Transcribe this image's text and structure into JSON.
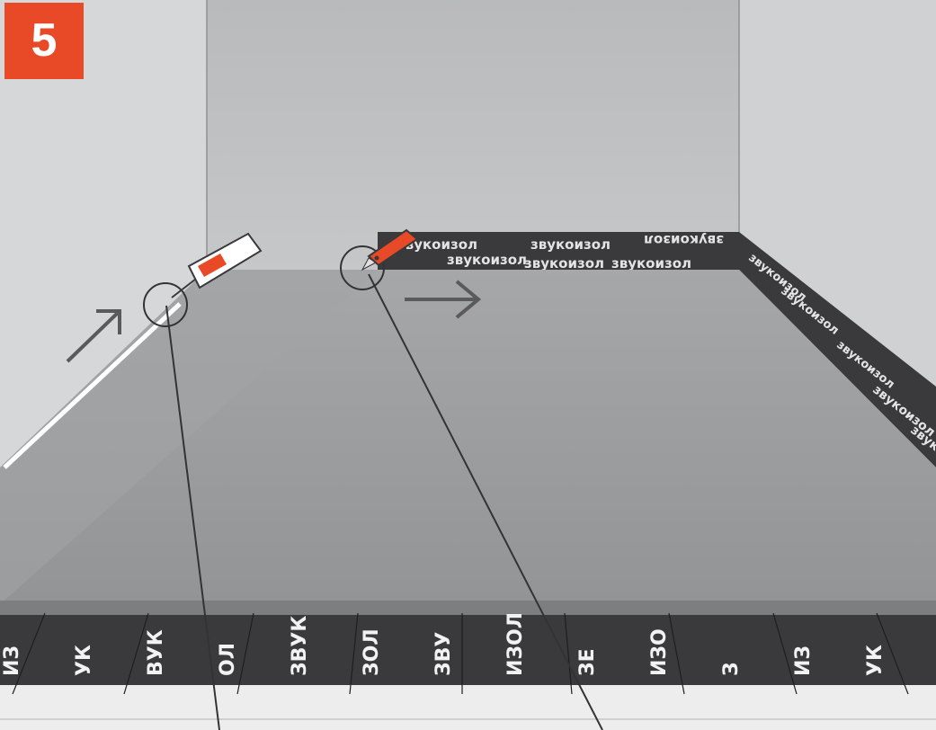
{
  "step": {
    "number": "5"
  },
  "brand": {
    "tape_label": "звукоизол"
  },
  "colors": {
    "accent": "#e84a27",
    "tape": "#3a3a3c",
    "floor": "#9c9d9f",
    "wall_back": "#bdbec0",
    "wall_side": "#d1d2d3"
  },
  "strip_fragments": [
    "ИЗ",
    "УК",
    "ВУК",
    "ОЛ",
    "ЗВУК",
    "ЗОЛ",
    "ЗВУ",
    "ИЗОЛ",
    "ЗЕ",
    "ИЗО",
    "З",
    "ИЗ",
    "УК"
  ],
  "icons": {
    "left_tool": "utility-knife-icon",
    "right_tool": "cutter-icon",
    "arrow_left": "arrow-up-right-icon",
    "arrow_right": "arrow-right-icon"
  }
}
